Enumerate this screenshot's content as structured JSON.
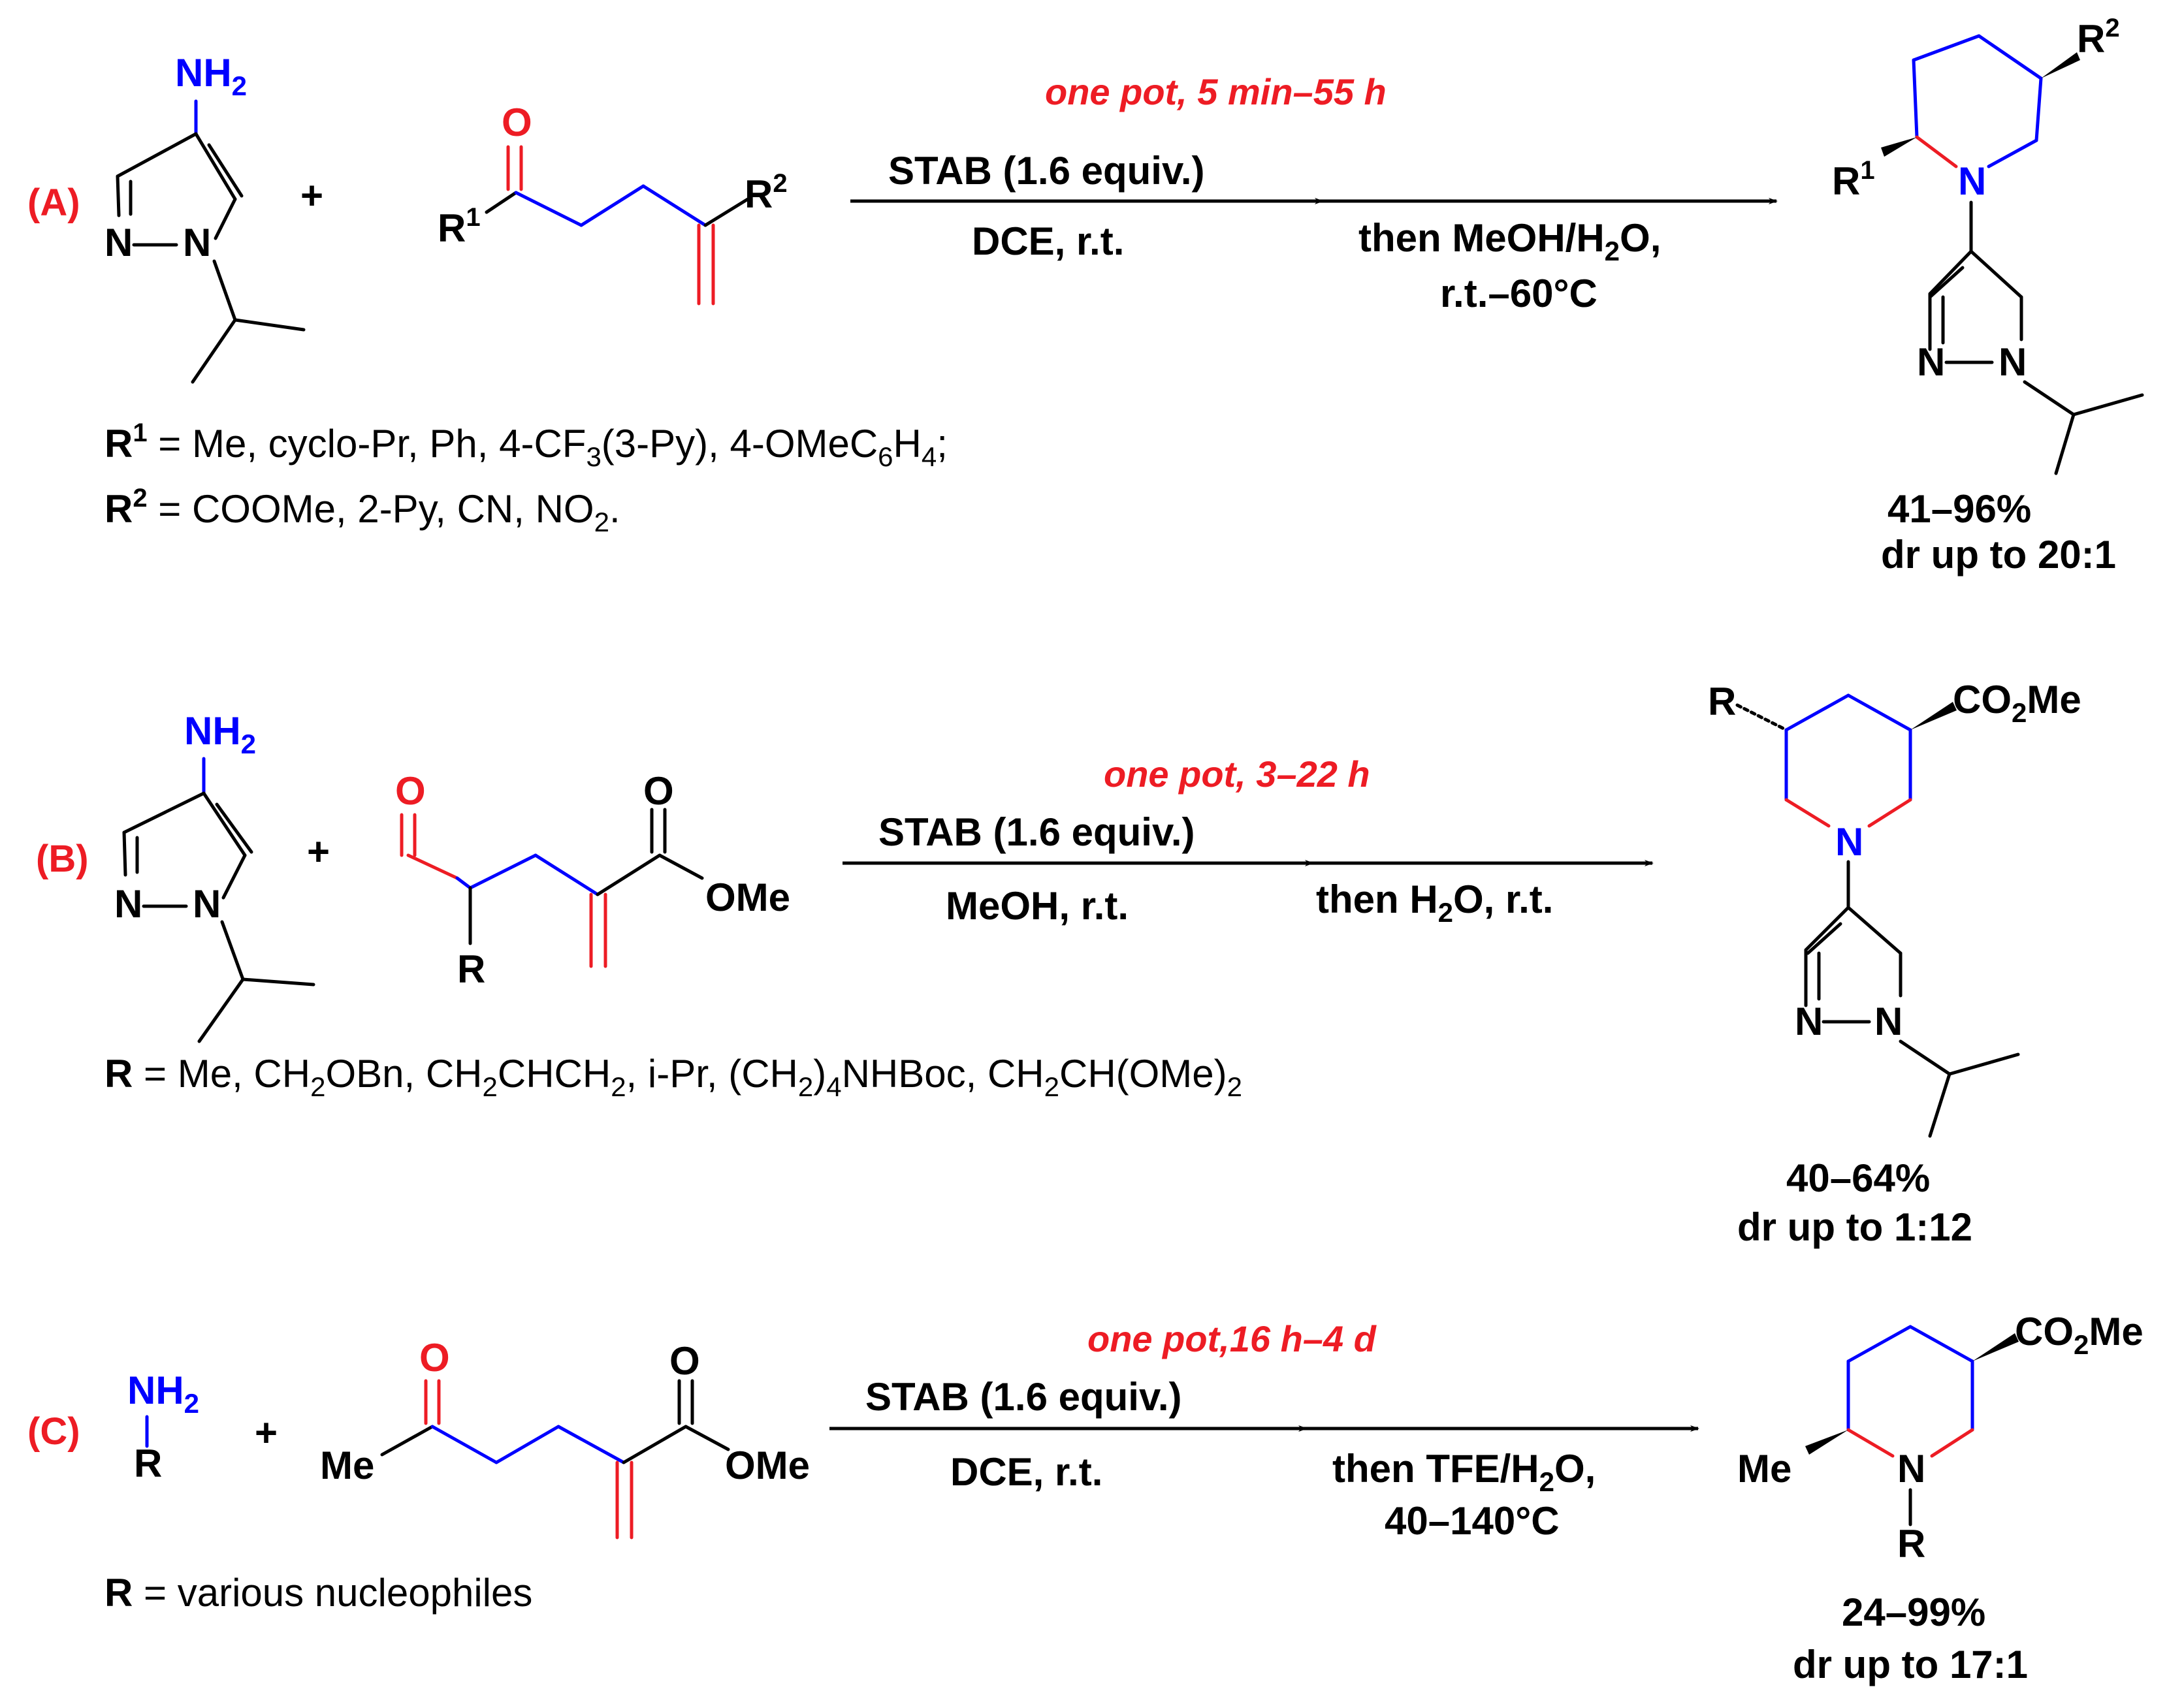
{
  "schemeA": {
    "label": "(A)",
    "amine_group": "NH",
    "amine_sub": "2",
    "pyrazole_n1": "N",
    "pyrazole_n2": "N",
    "plus": "+",
    "carbonyl_o": "O",
    "r1": "R",
    "r1_sup": "1",
    "r2": "R",
    "r2_sup": "2",
    "time_note": "one pot, 5 min–55 h",
    "reagent_line1": "STAB (1.6 equiv.)",
    "reagent_line2": "DCE, r.t.",
    "second_step_line1_a": "then MeOH/H",
    "second_step_line1_sub": "2",
    "second_step_line1_b": "O,",
    "second_step_line2": "r.t.–60°C",
    "product_n": "N",
    "product_r1": "R",
    "product_r1_sup": "1",
    "product_r2": "R",
    "product_r2_sup": "2",
    "product_pz_n1": "N",
    "product_pz_n2": "N",
    "yield": "41–96%",
    "dr": "dr up to 20:1",
    "r1_def_label": "R",
    "r1_def_sup": "1",
    "r1_def_a": " = Me, cyclo-Pr, Ph, 4-CF",
    "r1_def_sub1": "3",
    "r1_def_b": "(3-Py), 4-OMeC",
    "r1_def_sub2": "6",
    "r1_def_c": "H",
    "r1_def_sub3": "4",
    "r1_def_d": ";",
    "r2_def_label": "R",
    "r2_def_sup": "2",
    "r2_def_a": " = COOMe, 2-Py, CN, NO",
    "r2_def_sub": "2",
    "r2_def_b": "."
  },
  "schemeB": {
    "label": "(B)",
    "amine_group": "NH",
    "amine_sub": "2",
    "pyrazole_n1": "N",
    "pyrazole_n2": "N",
    "plus": "+",
    "aldehyde_o": "O",
    "ester_o": "O",
    "ome": "OMe",
    "r": "R",
    "time_note": "one pot, 3–22 h",
    "reagent_line1": "STAB (1.6 equiv.)",
    "reagent_line2": "MeOH, r.t.",
    "second_step_a": "then H",
    "second_step_sub": "2",
    "second_step_b": "O, r.t.",
    "product_r": "R",
    "product_co2me_a": "CO",
    "product_co2me_sub": "2",
    "product_co2me_b": "Me",
    "product_n": "N",
    "product_pz_n1": "N",
    "product_pz_n2": "N",
    "yield": "40–64%",
    "dr": "dr up to 1:12",
    "r_def_label": "R",
    "r_def_a": " = Me, CH",
    "r_def_s1": "2",
    "r_def_b": "OBn, CH",
    "r_def_s2": "2",
    "r_def_c": "CHCH",
    "r_def_s3": "2",
    "r_def_d": ", i-Pr, (CH",
    "r_def_s4": "2",
    "r_def_e": ")",
    "r_def_s5": "4",
    "r_def_f": "NHBoc, CH",
    "r_def_s6": "2",
    "r_def_g": "CH(OMe)",
    "r_def_s7": "2"
  },
  "schemeC": {
    "label": "(C)",
    "amine_group": "NH",
    "amine_sub": "2",
    "amine_r": "R",
    "plus": "+",
    "ketone_o": "O",
    "me": "Me",
    "ester_o": "O",
    "ome": "OMe",
    "time_note": "one pot,16 h–4 d",
    "reagent_line1": "STAB (1.6 equiv.)",
    "reagent_line2": "DCE, r.t.",
    "second_step_line1_a": "then TFE/H",
    "second_step_line1_sub": "2",
    "second_step_line1_b": "O,",
    "second_step_line2": "40–140°C",
    "product_me": "Me",
    "product_n": "N",
    "product_r": "R",
    "product_co2me_a": "CO",
    "product_co2me_sub": "2",
    "product_co2me_b": "Me",
    "yield": "24–99%",
    "dr": "dr up to 17:1",
    "r_def_label": "R",
    "r_def_text": " = various nucleophiles"
  },
  "colors": {
    "highlight_red": "#ed1c24",
    "highlight_blue": "#0000ff",
    "ink": "#000000"
  }
}
